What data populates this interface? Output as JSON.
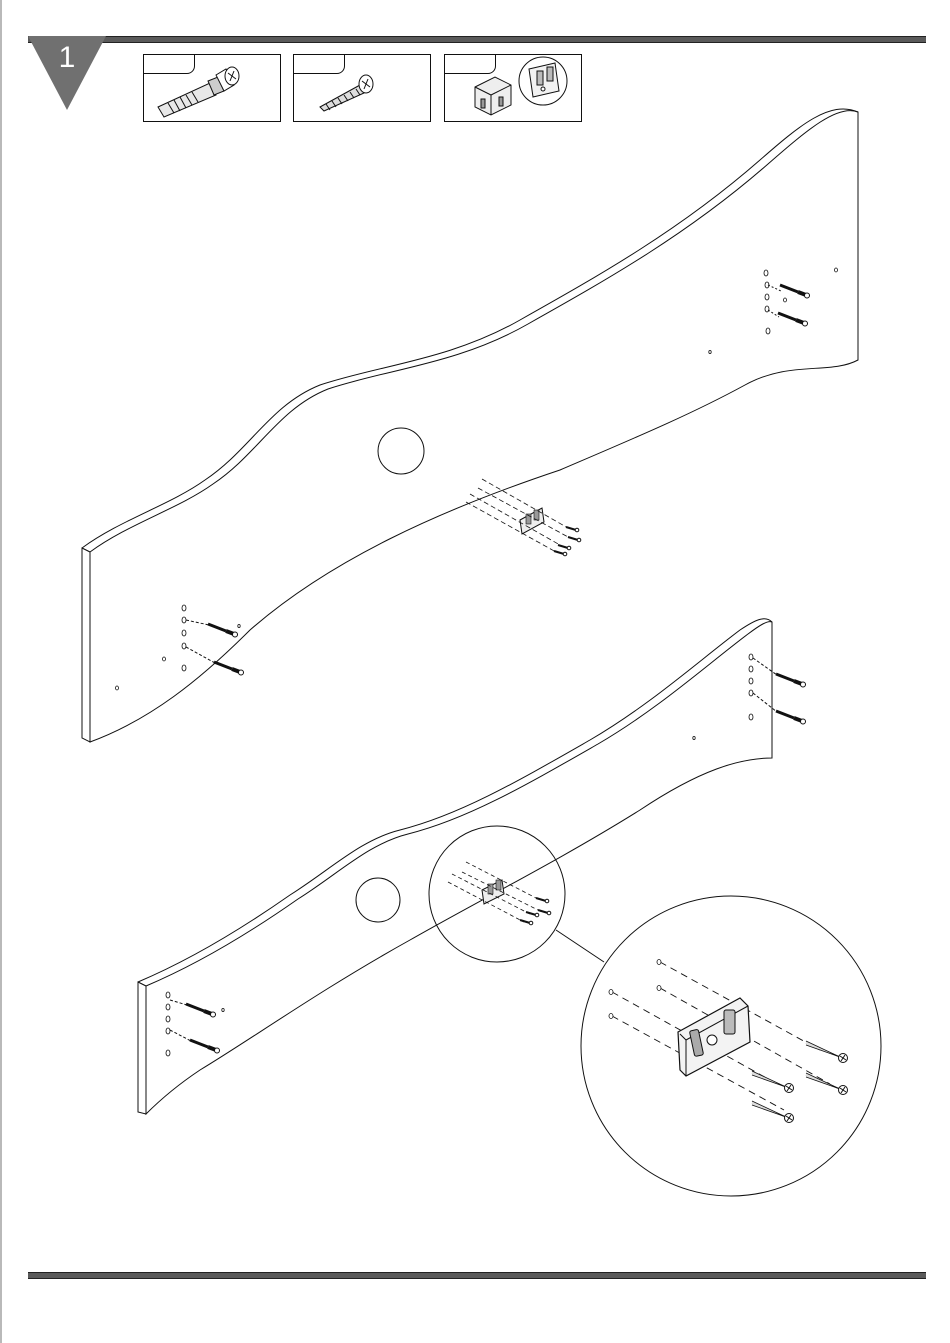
{
  "step": {
    "number": "1",
    "badge_color": "#707070"
  },
  "parts": [
    {
      "icon": "cam-bolt-icon"
    },
    {
      "icon": "wood-screw-icon"
    },
    {
      "icon": "corner-bracket-icon"
    }
  ],
  "panels": [
    {
      "name": "upper-wavy-panel"
    },
    {
      "name": "lower-wavy-panel"
    }
  ],
  "detail": {
    "name": "bracket-detail-magnified"
  }
}
